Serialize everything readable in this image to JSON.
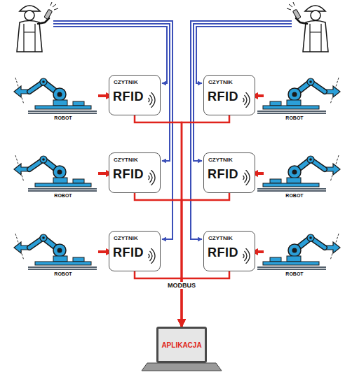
{
  "diagram": {
    "nodes": [
      {
        "text": [
          "CZYTNIK",
          "RFID"
        ]
      },
      {
        "text": [
          "CZYTNIK",
          "RFID"
        ]
      },
      {
        "text": [
          "CZYTNIK",
          "RFID"
        ]
      },
      {
        "text": [
          "CZYTNIK",
          "RFID"
        ]
      },
      {
        "text": [
          "CZYTNIK",
          "RFID"
        ]
      },
      {
        "text": [
          "CZYTNIK",
          "RFID"
        ]
      },
      {
        "text": [
          "APLIKACJA"
        ]
      }
    ],
    "edges": [
      {
        "from": 0,
        "to": 6,
        "arrow": "to"
      },
      {
        "from": 1,
        "to": 6,
        "arrow": "to"
      },
      {
        "from": 2,
        "to": 6,
        "arrow": "to"
      },
      {
        "from": 3,
        "to": 6,
        "arrow": "to"
      },
      {
        "from": 4,
        "to": 6,
        "arrow": "to"
      },
      {
        "from": 5,
        "to": 6,
        "arrow": "to"
      }
    ],
    "labels": [
      "ROBOT",
      "ROBOT",
      "ROBOT",
      "ROBOT",
      "ROBOT",
      "ROBOT",
      "MODBUS"
    ]
  }
}
